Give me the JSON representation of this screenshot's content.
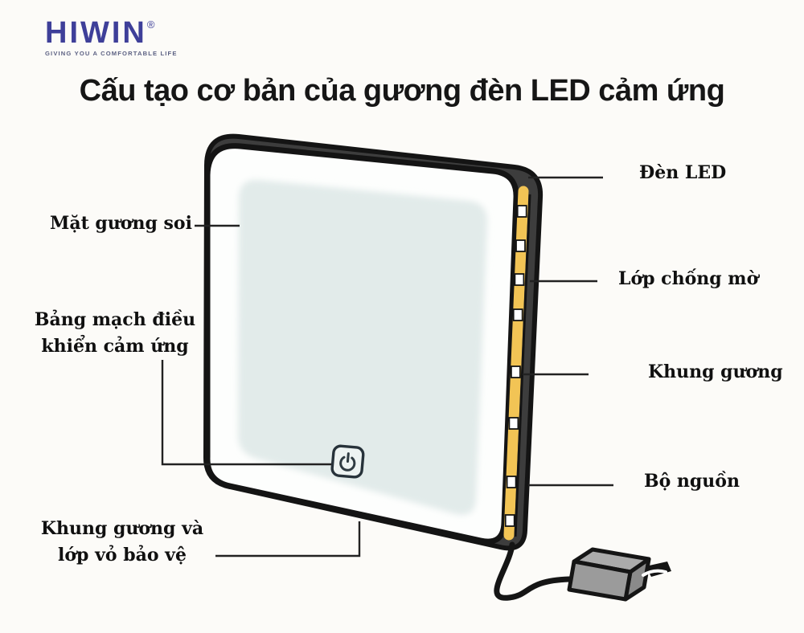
{
  "colors": {
    "background": "#fcfbf8",
    "brand": "#3e3f99",
    "tagline": "#5c6183",
    "title-text": "#161616",
    "label-text": "#101010",
    "outline": "#141414",
    "frame-dark": "#3d3d3d",
    "face-white": "#fdfefd",
    "mirror-surface": "#e2ebea",
    "led-strip": "#f2c455",
    "led-chip": "#ffffff",
    "adapter-top": "#ababab",
    "adapter-front": "#9b9b9b",
    "adapter-side": "#8a8a8a",
    "leader-line": "#222222"
  },
  "logo": {
    "brand": "HIWIN",
    "registered": "®",
    "tagline": "GIVING YOU A COMFORTABLE LIFE"
  },
  "title": "Cấu tạo cơ bản của gương đèn LED cảm ứng",
  "labels": {
    "mirror_face": "Mặt gương soi",
    "touch_board_line1": "Bảng mạch điều",
    "touch_board_line2": "khiển cảm ứng",
    "frame_shell_line1": "Khung gương và",
    "frame_shell_line2": "lớp vỏ bảo vệ",
    "led": "Đèn LED",
    "antifog": "Lớp chống mờ",
    "frame": "Khung gương",
    "power_supply": "Bộ nguồn"
  }
}
